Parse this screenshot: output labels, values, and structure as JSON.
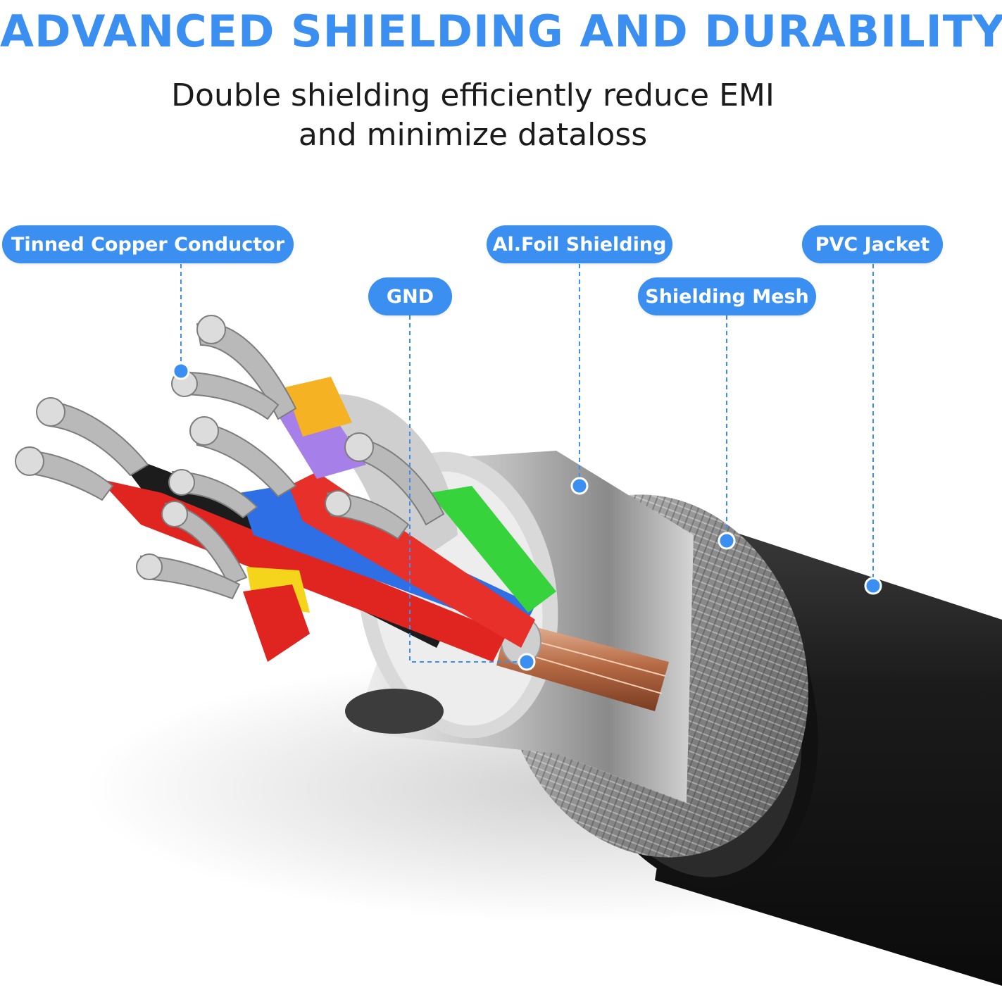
{
  "headline": "ADVANCED SHIELDING AND DURABILITY",
  "subtitle_line1": "Double shielding efficiently reduce EMI",
  "subtitle_line2": "and minimize dataloss",
  "labels": {
    "tinned_copper": "Tinned Copper Conductor",
    "gnd": "GND",
    "al_foil": "Al.Foil Shielding",
    "shielding_mesh": "Shielding Mesh",
    "pvc_jacket": "PVC Jacket"
  },
  "colors": {
    "accent": "#3a8ff0",
    "headline": "#3b8ff0",
    "wire_red": "#e0241f",
    "wire_green": "#37d33d",
    "wire_blue": "#2f6fe6",
    "wire_yellow": "#f5d51c",
    "wire_purple": "#a77fe8",
    "wire_orange": "#f5b223",
    "wire_black": "#1c1c1c",
    "jacket": "#141414",
    "foil": "#c7c7c7"
  }
}
